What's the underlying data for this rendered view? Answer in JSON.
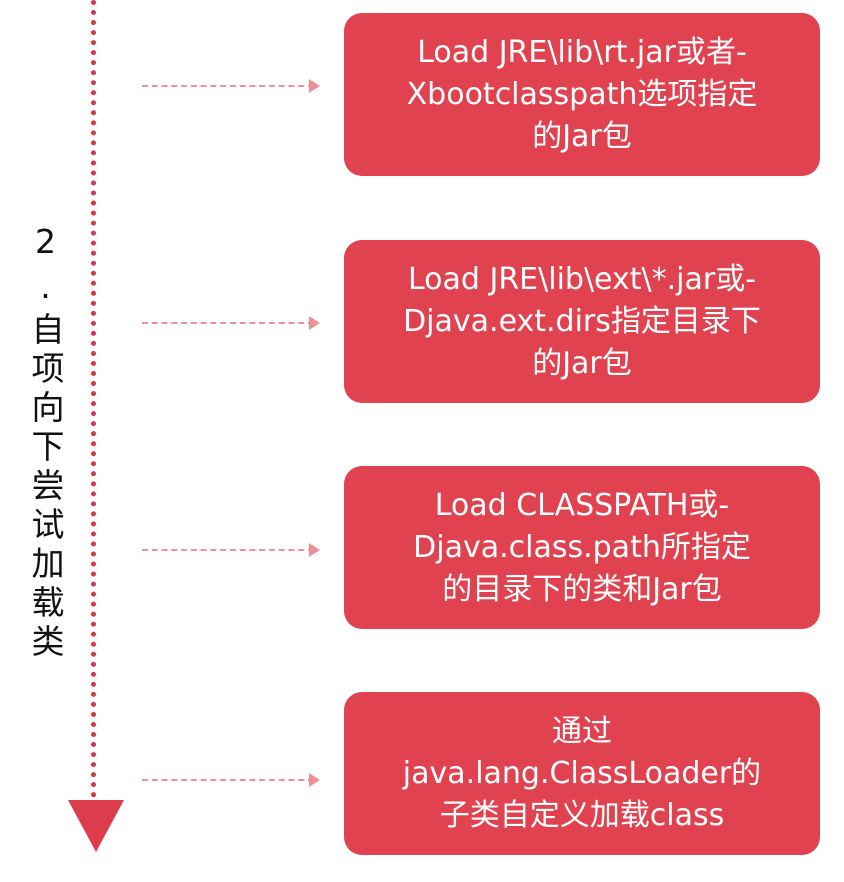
{
  "side_label": "2.自项向下尝试加载类",
  "boxes": [
    {
      "text": "Load JRE\\lib\\rt.jar或者-\nXbootclasspath选项指定\n的Jar包"
    },
    {
      "text": "Load JRE\\lib\\ext\\*.jar或-\nDjava.ext.dirs指定目录下\n的Jar包"
    },
    {
      "text": "Load CLASSPATH或-\nDjava.class.path所指定\n的目录下的类和Jar包"
    },
    {
      "text": "通过\njava.lang.ClassLoader的\n子类自定义加载class"
    }
  ],
  "colors": {
    "box": "#e0424f",
    "line": "#cf3a48",
    "arrow": "#ef8f98"
  }
}
